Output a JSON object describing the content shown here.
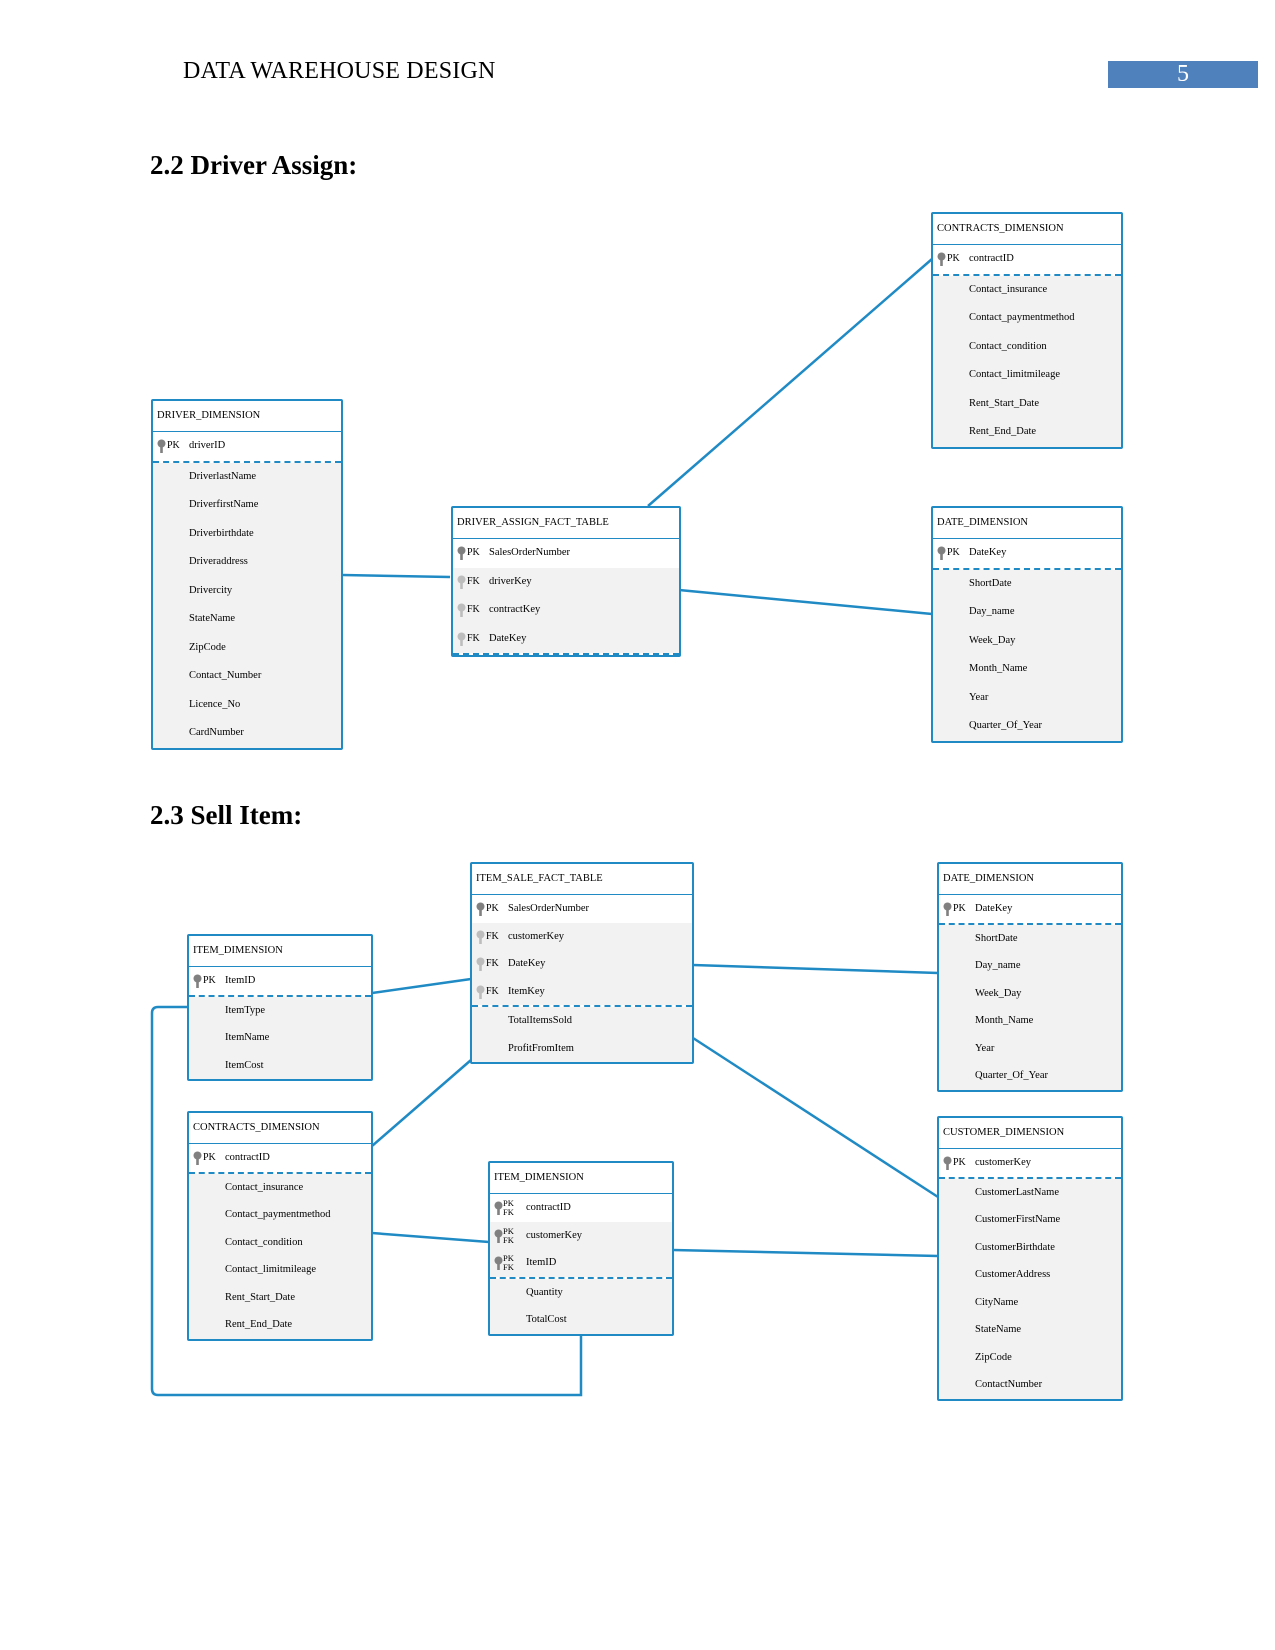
{
  "header": {
    "title": "DATA WAREHOUSE DESIGN",
    "page_number": "5"
  },
  "sections": [
    {
      "heading": "2.2 Driver Assign:"
    },
    {
      "heading": "2.3 Sell Item:"
    }
  ],
  "colors": {
    "accent": "#1f8ac4",
    "page_badge": "#4f81bd",
    "key_icon": "#808080"
  },
  "diagram1": {
    "contracts_dimension": {
      "title": "CONTRACTS_DIMENSION",
      "keys": [
        {
          "tag": "PK",
          "name": "contractID"
        }
      ],
      "attrs": [
        "Contact_insurance",
        "Contact_paymentmethod",
        "Contact_condition",
        "Contact_limitmileage",
        "Rent_Start_Date",
        "Rent_End_Date"
      ]
    },
    "driver_dimension": {
      "title": "DRIVER_DIMENSION",
      "keys": [
        {
          "tag": "PK",
          "name": "driverID"
        }
      ],
      "attrs": [
        "DriverlastName",
        "DriverfirstName",
        "Driverbirthdate",
        "Driveraddress",
        "Drivercity",
        "StateName",
        "ZipCode",
        "Contact_Number",
        "Licence_No",
        "CardNumber"
      ]
    },
    "driver_assign_fact_table": {
      "title": "DRIVER_ASSIGN_FACT_TABLE",
      "keys": [
        {
          "tag": "PK",
          "name": "SalesOrderNumber"
        },
        {
          "tag": "FK",
          "name": "driverKey"
        },
        {
          "tag": "FK",
          "name": "contractKey"
        },
        {
          "tag": "FK",
          "name": "DateKey"
        }
      ],
      "attrs": []
    },
    "date_dimension": {
      "title": "DATE_DIMENSION",
      "keys": [
        {
          "tag": "PK",
          "name": "DateKey"
        }
      ],
      "attrs": [
        "ShortDate",
        "Day_name",
        "Week_Day",
        "Month_Name",
        "Year",
        "Quarter_Of_Year"
      ]
    }
  },
  "diagram2": {
    "item_sale_fact_table": {
      "title": "ITEM_SALE_FACT_TABLE",
      "keys": [
        {
          "tag": "PK",
          "name": "SalesOrderNumber"
        },
        {
          "tag": "FK",
          "name": "customerKey"
        },
        {
          "tag": "FK",
          "name": "DateKey"
        },
        {
          "tag": "FK",
          "name": "ItemKey"
        }
      ],
      "attrs": [
        "TotalItemsSold",
        "ProfitFromItem"
      ]
    },
    "date_dimension": {
      "title": "DATE_DIMENSION",
      "keys": [
        {
          "tag": "PK",
          "name": "DateKey"
        }
      ],
      "attrs": [
        "ShortDate",
        "Day_name",
        "Week_Day",
        "Month_Name",
        "Year",
        "Quarter_Of_Year"
      ]
    },
    "item_dimension": {
      "title": "ITEM_DIMENSION",
      "keys": [
        {
          "tag": "PK",
          "name": "ItemID"
        }
      ],
      "attrs": [
        "ItemType",
        "ItemName",
        "ItemCost"
      ]
    },
    "contracts_dimension": {
      "title": "CONTRACTS_DIMENSION",
      "keys": [
        {
          "tag": "PK",
          "name": "contractID"
        }
      ],
      "attrs": [
        "Contact_insurance",
        "Contact_paymentmethod",
        "Contact_condition",
        "Contact_limitmileage",
        "Rent_Start_Date",
        "Rent_End_Date"
      ]
    },
    "item_dimension_bridge": {
      "title": "ITEM_DIMENSION",
      "keys": [
        {
          "tag": "PK",
          "tag2": "FK",
          "name": "contractID"
        },
        {
          "tag": "PK",
          "tag2": "FK",
          "name": "customerKey"
        },
        {
          "tag": "PK",
          "tag2": "FK",
          "name": "ItemID"
        }
      ],
      "attrs": [
        "Quantity",
        "TotalCost"
      ]
    },
    "customer_dimension": {
      "title": "CUSTOMER_DIMENSION",
      "keys": [
        {
          "tag": "PK",
          "name": "customerKey"
        }
      ],
      "attrs": [
        "CustomerLastName",
        "CustomerFirstName",
        "CustomerBirthdate",
        "CustomerAddress",
        "CityName",
        "StateName",
        "ZipCode",
        "ContactNumber"
      ]
    }
  }
}
